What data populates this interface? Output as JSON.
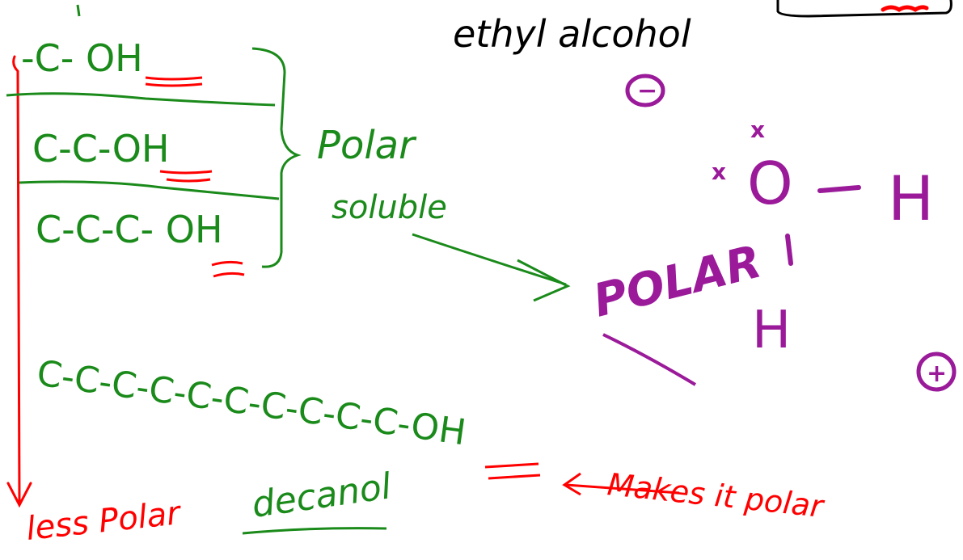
{
  "colors": {
    "background": "#ffffff",
    "green": "#1a8a1a",
    "red": "#ff0000",
    "purple": "#9a1a9a",
    "black": "#000000"
  },
  "title": "ethyl alcohol",
  "molecules": {
    "methanol": "-C- OH",
    "ethanol": "C-C-OH",
    "propanol": "C-C-C- OH",
    "decanol": "C-C-C-C-C-C-C-C-C-C-OH",
    "decanol_name": "decanol"
  },
  "labels": {
    "polar": "Polar",
    "soluble": "soluble",
    "less_polar": "less Polar",
    "makes_it_polar": "Makes it polar",
    "polar_big": "POLAR"
  },
  "structure": {
    "oxygen": "O",
    "hydrogen_right": "H",
    "hydrogen_bottom": "H",
    "negative": "−",
    "positive": "+",
    "lone_pairs": "x"
  }
}
